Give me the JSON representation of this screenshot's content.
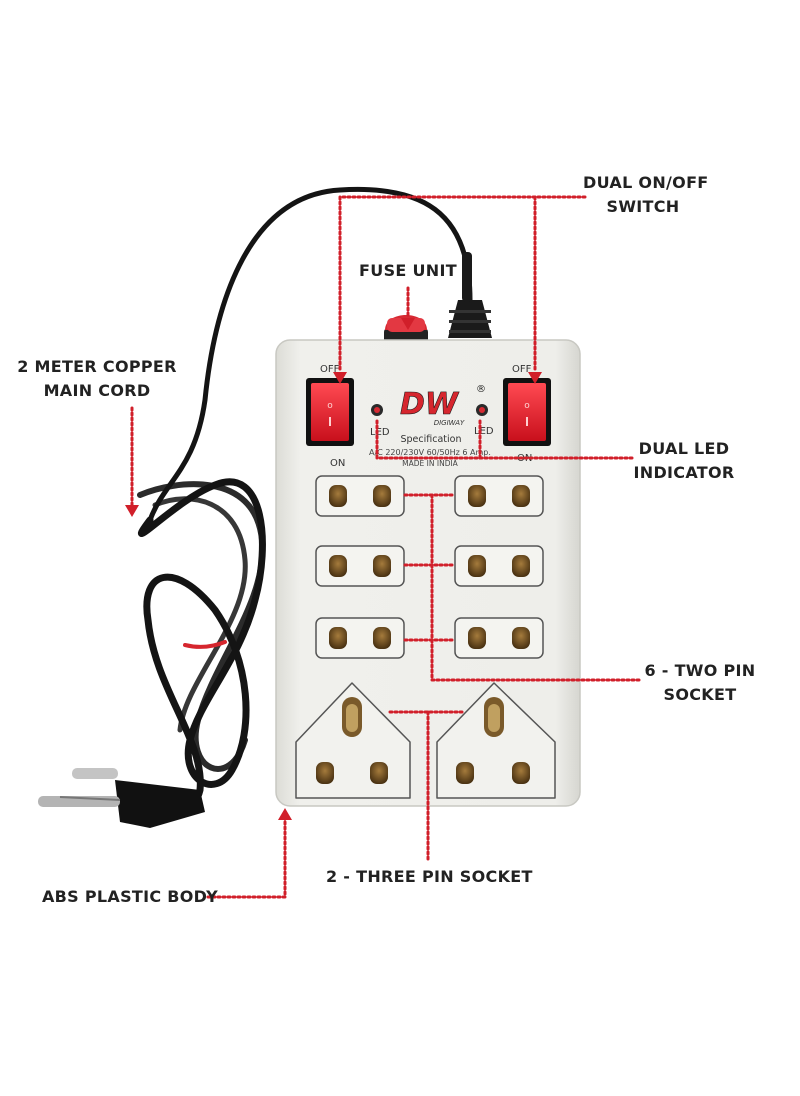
{
  "colors": {
    "background": "#ffffff",
    "leader_line": "#d11f2a",
    "body": "#ebebe6",
    "switch": "#e8242f",
    "fuse": "#d62a33",
    "cord": "#141414",
    "label_text": "#222222"
  },
  "callouts": {
    "dual_switch": {
      "line1": "DUAL ON/OFF",
      "line2": "SWITCH"
    },
    "fuse_unit": {
      "line1": "FUSE UNIT"
    },
    "copper_cord": {
      "line1": "2 METER COPPER",
      "line2": "MAIN CORD"
    },
    "dual_led": {
      "line1": "DUAL LED",
      "line2": "INDICATOR"
    },
    "two_pin": {
      "line1": "6 - TWO PIN",
      "line2": "SOCKET"
    },
    "three_pin": {
      "line1": "2 - THREE PIN SOCKET"
    },
    "abs_body": {
      "line1": "ABS PLASTIC BODY"
    }
  },
  "product": {
    "brand_mark": "DW",
    "brand_registered": "®",
    "brand_name": "DIGIWAY",
    "spec_title": "Specification",
    "spec_rating": "A/C 220/230V 60/50Hz 6 Amp.",
    "origin": "MADE IN INDIA",
    "left_switch": {
      "top": "OFF",
      "bottom": "ON",
      "led": "LED"
    },
    "right_switch": {
      "top": "OFF",
      "bottom": "ON",
      "led": "LED"
    },
    "two_pin_socket_count": 6,
    "three_pin_socket_count": 2
  }
}
